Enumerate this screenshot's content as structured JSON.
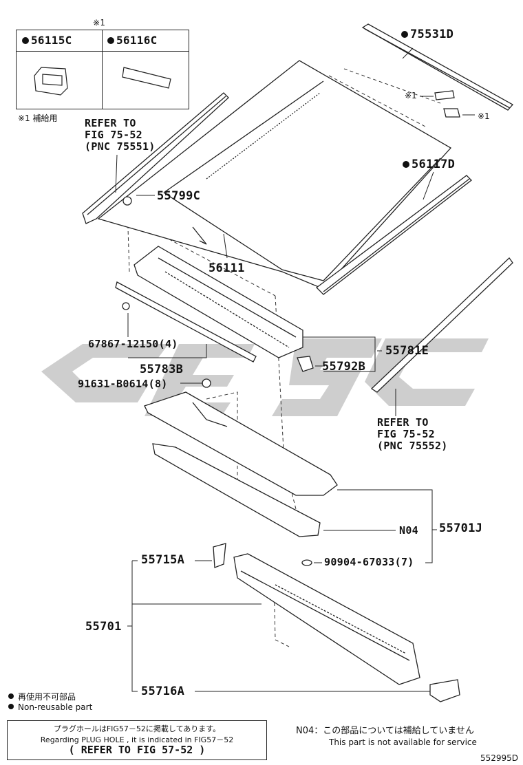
{
  "inset": {
    "note_mark": "※1",
    "left_part": "56115C",
    "right_part": "56116C",
    "footnote": "※1 補給用"
  },
  "refs": {
    "top_left": [
      "REFER TO",
      "FIG 75-52",
      "(PNC 75551)"
    ],
    "bottom_right": [
      "REFER TO",
      "FIG 75-52",
      "(PNC 75552)"
    ]
  },
  "parts": {
    "p75531D": "75531D",
    "p56117D": "56117D",
    "p55799C": "55799C",
    "p56111": "56111",
    "p67867": "67867-12150(4)",
    "p55783B": "55783B",
    "p91631": "91631-B0614(8)",
    "p55792B": "55792B",
    "p55781E": "55781E",
    "pN04": "N04",
    "p55701J": "55701J",
    "p90904": "90904-67033(7)",
    "p55715A": "55715A",
    "p55701": "55701",
    "p55716A": "55716A"
  },
  "marks": {
    "star1_a": "※1",
    "star1_b": "※1"
  },
  "legend": {
    "jp": "再使用不可部品",
    "en": "Non-reusable part"
  },
  "note": {
    "jp": "プラグホールはFIG57－52に掲載してあります。",
    "en": "Regarding PLUG HOLE , it is indicated in FIG57－52",
    "ref": "( REFER TO FIG 57-52 )"
  },
  "n04_note": {
    "jp": "N04：この部品については補給していません",
    "en": "This part is not available for service"
  },
  "figure_id": "552995D"
}
